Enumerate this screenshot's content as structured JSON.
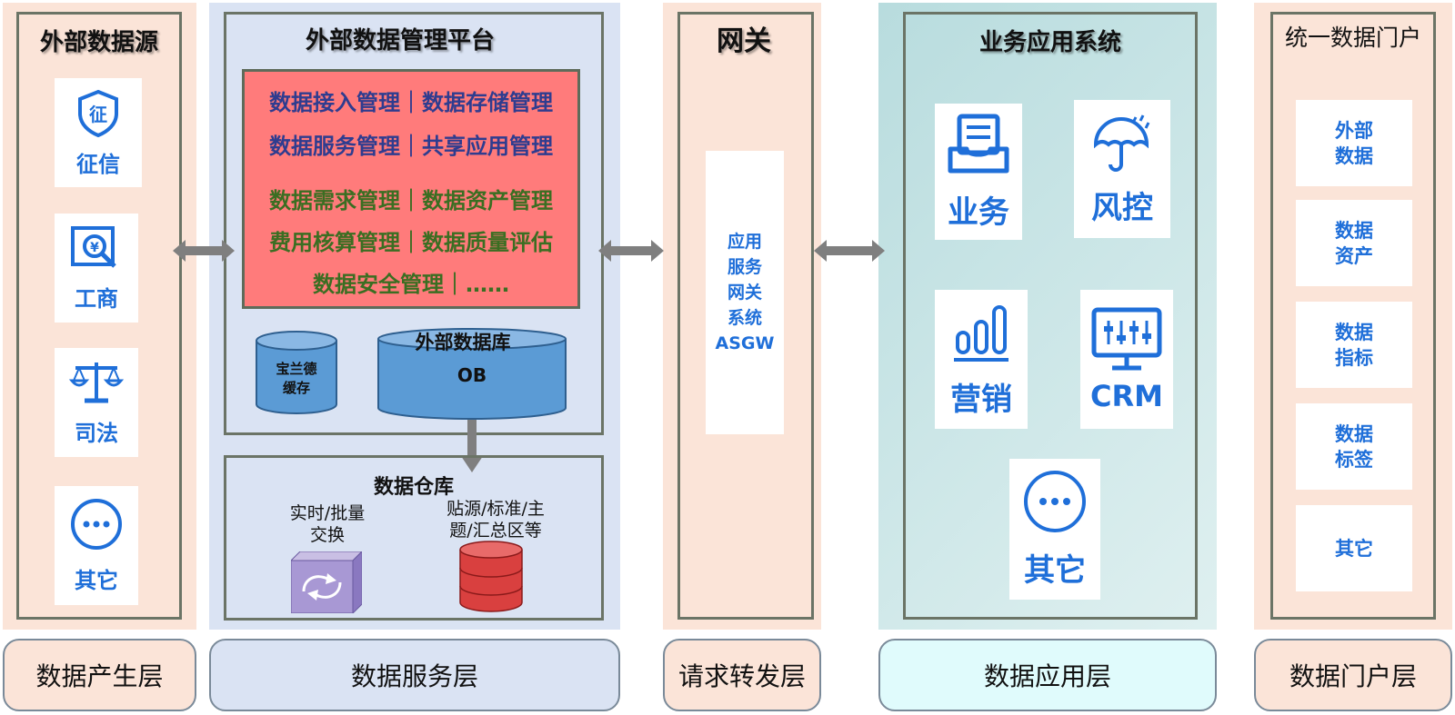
{
  "source": {
    "title": "外部数据源",
    "items": [
      {
        "label": "征信",
        "icon": "credit-seal-icon",
        "glyph": "征"
      },
      {
        "label": "工商",
        "icon": "business-search-icon"
      },
      {
        "label": "司法",
        "icon": "scales-icon"
      },
      {
        "label": "其它",
        "icon": "more-icon"
      }
    ]
  },
  "platform": {
    "title": "外部数据管理平台",
    "mgmt_rows": [
      "数据接入管理｜数据存储管理",
      "数据服务管理｜共享应用管理",
      "数据需求管理｜数据资产管理",
      "费用核算管理｜数据质量评估",
      "数据安全管理｜……"
    ],
    "cache_label": "宝兰德\n缓存",
    "cache_line1": "宝兰德",
    "cache_line2": "缓存",
    "db_title": "外部数据库",
    "db_sub": "OB"
  },
  "warehouse": {
    "title": "数据仓库",
    "left_line1": "实时/批量",
    "left_line2": "交换",
    "right_line1": "贴源/标准/主",
    "right_line2": "题/汇总区等"
  },
  "gateway": {
    "title": "网关",
    "lines": [
      "应用",
      "服务",
      "网关",
      "系统",
      "ASGW"
    ]
  },
  "business": {
    "title": "业务应用系统",
    "items": [
      {
        "label": "业务",
        "icon": "inbox-document-icon"
      },
      {
        "label": "风控",
        "icon": "umbrella-rain-icon"
      },
      {
        "label": "营销",
        "icon": "bar-chart-icon"
      },
      {
        "label": "CRM",
        "icon": "monitor-sliders-icon"
      },
      {
        "label": "其它",
        "icon": "more-icon"
      }
    ]
  },
  "portal": {
    "title": "统一数据门户",
    "items": [
      [
        "外部",
        "数据"
      ],
      [
        "数据",
        "资产"
      ],
      [
        "数据",
        "指标"
      ],
      [
        "数据",
        "标签"
      ],
      [
        "其它"
      ]
    ]
  },
  "layers": [
    "数据产生层",
    "数据服务层",
    "请求转发层",
    "数据应用层",
    "数据门户层"
  ],
  "colors": {
    "peach": "#fbe4d8",
    "lavender": "#dae3f3",
    "teal": "#c5e3e6",
    "red_box": "#ff7b7b",
    "navy_text": "#2f3c8f",
    "green_text": "#3b6e22",
    "blue": "#1f6fd9",
    "db_blue": "#5b9bd5",
    "cyan_layer": "#e0fbfc"
  }
}
